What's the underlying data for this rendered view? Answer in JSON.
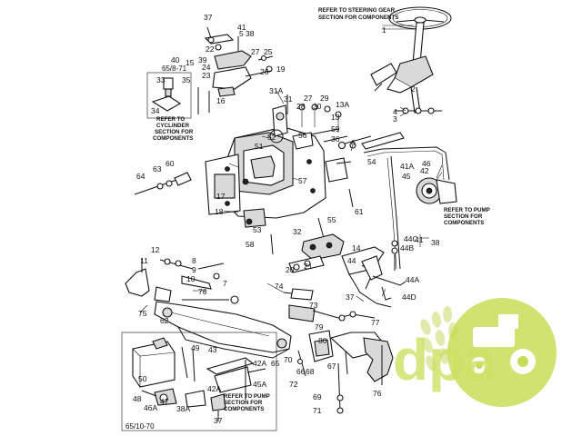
{
  "notes": {
    "steering": [
      "REFER TO STEERING GEAR",
      "SECTION FOR COMPONENTS"
    ],
    "cylinder": [
      "REFER TO",
      "CYCLINDER",
      "SECTION FOR",
      "COMPONENTS"
    ],
    "pump_right": [
      "REFER TO PUMP",
      "SECTION FOR",
      "COMPONENTS"
    ],
    "pump_inset": [
      "REFER TO PUMP",
      "SECTION FOR",
      "COMPONENTS"
    ]
  },
  "figure_codes": {
    "top": "65/8-71",
    "bottom": "65/10-70"
  },
  "callouts": {
    "c1": "1",
    "c2": "2",
    "c3": "3",
    "c4": "4",
    "c5": "5",
    "c6": "6",
    "c7": "7",
    "c8": "8",
    "c9": "9",
    "c10": "10",
    "c11": "11",
    "c12": "12",
    "c13": "13",
    "c13a": "13A",
    "c14": "14",
    "c15": "15",
    "c16": "16",
    "c17": "17",
    "c18": "18",
    "c19": "19",
    "c20": "20",
    "c21": "21",
    "c22": "22",
    "c23": "23",
    "c24": "24",
    "c25": "25",
    "c26": "26",
    "c27": "27",
    "c27b": "27",
    "c28": "28",
    "c29": "29",
    "c30": "30",
    "c31": "31",
    "c31a": "31A",
    "c32": "32",
    "c33": "33",
    "c34": "34",
    "c35": "35",
    "c36": "36",
    "c37": "37",
    "c37b": "37",
    "c37c": "37",
    "c38": "38",
    "c38b": "38",
    "c38a": "38A",
    "c39": "39",
    "c40": "40",
    "c41": "41",
    "c41b": "41",
    "c41a": "41A",
    "c42": "42",
    "c42a": "42A",
    "c42ab": "42A",
    "c43": "43",
    "c44": "44",
    "c44b": "44B",
    "c44c": "44C",
    "c44a": "44A",
    "c44d": "44D",
    "c45": "45",
    "c45a": "45A",
    "c46": "46",
    "c46a": "46A",
    "c47": "47",
    "c48": "48",
    "c49": "49",
    "c50": "50",
    "c51": "51",
    "c52": "52",
    "c53": "53",
    "c54": "54",
    "c55": "55",
    "c56": "56",
    "c57": "57",
    "c58": "58",
    "c59": "59",
    "c60": "60",
    "c61": "61",
    "c62": "62",
    "c63": "63",
    "c64": "64",
    "c65": "65",
    "c66": "66",
    "c67": "67",
    "c68": "68",
    "c69": "69",
    "c70": "70",
    "c71": "71",
    "c72": "72",
    "c73": "73",
    "c74": "74",
    "c75": "75",
    "c76": "76",
    "c77": "77",
    "c78": "78",
    "c79": "79",
    "c80": "80"
  },
  "watermark": {
    "text": "dpa",
    "colors": {
      "green": "#b9d12b",
      "wheat": "#e0e6a0",
      "tractor": "#ffffff"
    }
  }
}
